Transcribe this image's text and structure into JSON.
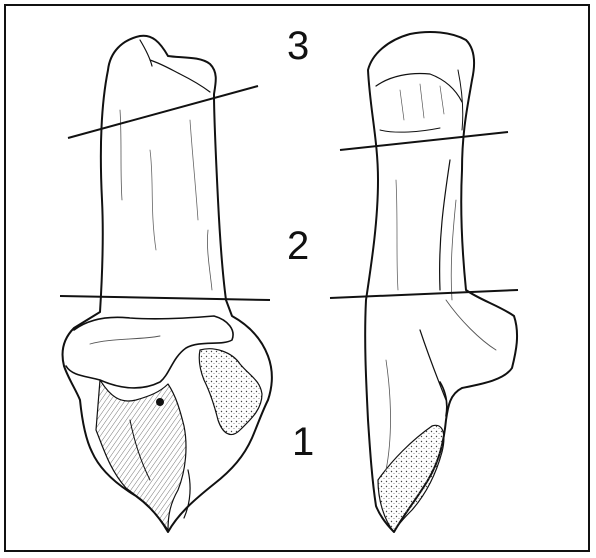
{
  "figure": {
    "zones": [
      {
        "id": "zone-3",
        "label": "3"
      },
      {
        "id": "zone-2",
        "label": "2"
      },
      {
        "id": "zone-1",
        "label": "1"
      }
    ],
    "views": [
      {
        "id": "left-bone-view"
      },
      {
        "id": "right-bone-view"
      }
    ],
    "colors": {
      "ink": "#111111",
      "paper": "#ffffff",
      "shade": "#d9d9d9"
    }
  }
}
